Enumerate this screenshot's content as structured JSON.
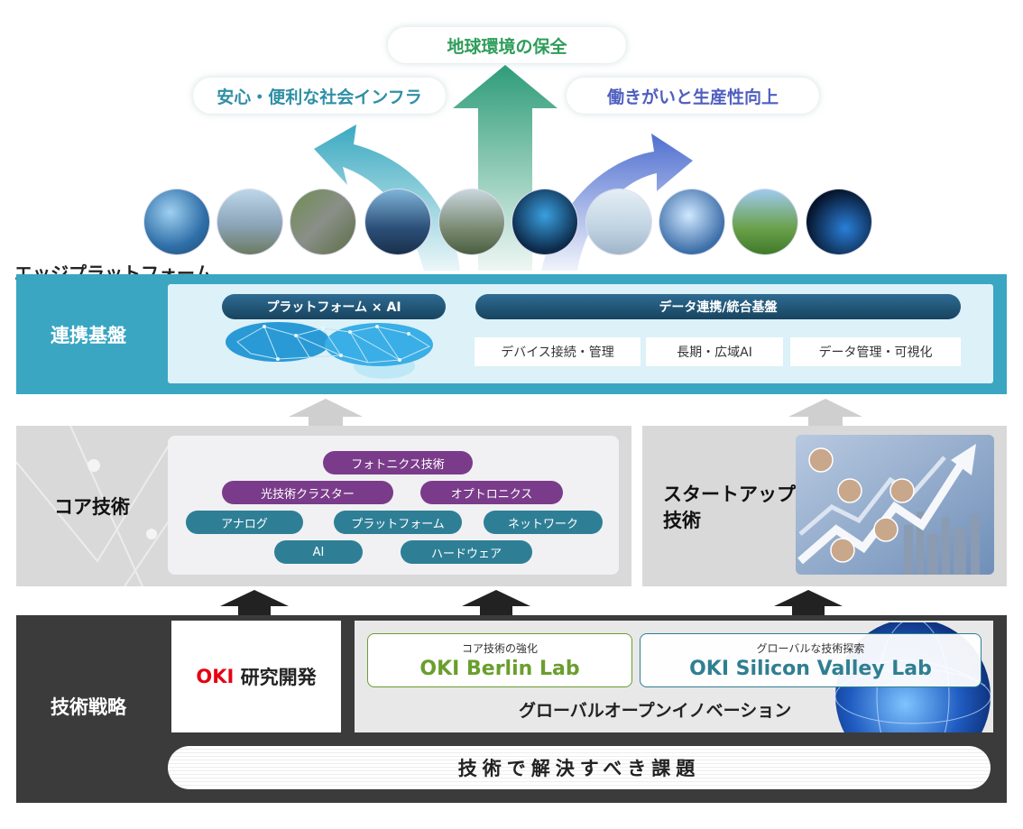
{
  "goals": {
    "left": "安心・便利な社会インフラ",
    "center": "地球環境の保全",
    "right": "働きがいと生産性向上"
  },
  "colors": {
    "teal_band": "#3aa6c2",
    "dark_band": "#3b3b3b",
    "purple": "#7a3c8a",
    "teal_pill": "#2e7f96",
    "oki_red": "#e60012",
    "berlin_green": "#6a9e2e",
    "silicon_teal": "#2f7f92"
  },
  "edge_platform": {
    "title": "エッジプラットフォーム",
    "section_label": "連携基盤",
    "platform_ai": "プラットフォーム × AI",
    "data_integration": "データ連携/統合基盤",
    "sub_items": [
      "デバイス接続・管理",
      "長期・広域AI",
      "データ管理・可視化"
    ]
  },
  "core": {
    "label": "コア技術",
    "techs": {
      "photonics": "フォトニクス技術",
      "optical_cluster": "光技術クラスター",
      "optronics": "オプトロニクス",
      "analog": "アナログ",
      "platform": "プラットフォーム",
      "network": "ネットワーク",
      "ai": "AI",
      "hardware": "ハードウェア"
    }
  },
  "startup": {
    "label_line1": "スタートアップ",
    "label_line2": "技術"
  },
  "strategy": {
    "label": "技術戦略",
    "oki_prefix": "OKI",
    "oki_suffix": " 研究開発",
    "berlin_small": "コア技術の強化",
    "berlin_big": "OKI Berlin Lab",
    "silicon_small": "グローバルな技術探索",
    "silicon_big": "OKI Silicon Valley Lab",
    "open_innovation": "グローバルオープンイノベーション",
    "issues": "技術で解決すべき課題"
  },
  "photo_icons": [
    "bridge-photo-icon",
    "tower-photo-icon",
    "highway-photo-icon",
    "ship-photo-icon",
    "city-photo-icon",
    "control-room-photo-icon",
    "workers-photo-icon",
    "factory-photo-icon",
    "viaduct-photo-icon",
    "satellite-photo-icon"
  ]
}
